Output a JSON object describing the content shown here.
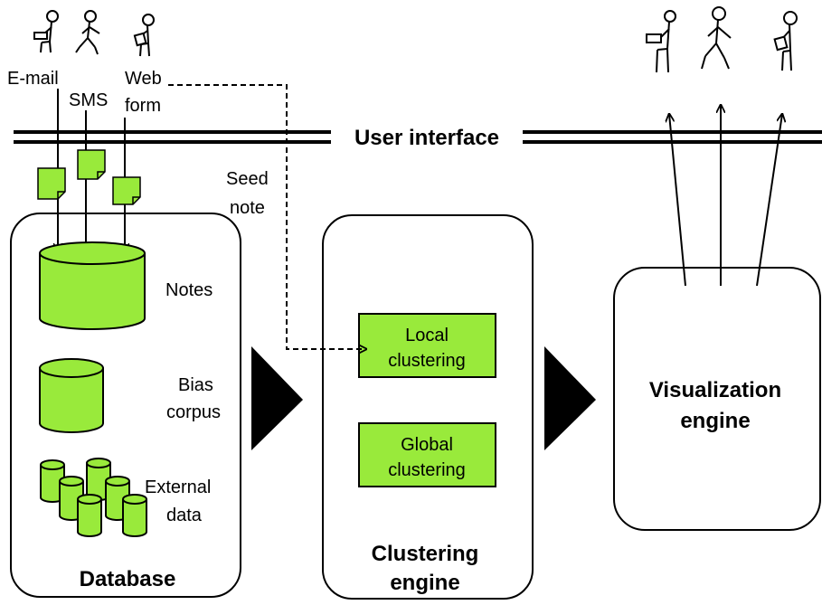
{
  "colors": {
    "green": "#99ea3b",
    "stroke": "#000000"
  },
  "user_interface": {
    "label": "User interface"
  },
  "input_channels": {
    "email": "E-mail",
    "sms": "SMS",
    "web_line1": "Web",
    "web_line2": "form"
  },
  "seed_note": {
    "line1": "Seed",
    "line2": "note"
  },
  "database": {
    "title": "Database",
    "notes": "Notes",
    "bias_line1": "Bias",
    "bias_line2": "corpus",
    "external_line1": "External",
    "external_line2": "data"
  },
  "clustering": {
    "title_line1": "Clustering",
    "title_line2": "engine",
    "local_line1": "Local",
    "local_line2": "clustering",
    "global_line1": "Global",
    "global_line2": "clustering"
  },
  "visualization": {
    "title_line1": "Visualization",
    "title_line2": "engine"
  },
  "icons": [
    "person-laptop-icon",
    "person-running-icon",
    "person-reading-icon",
    "note-icon",
    "cylinder-icon",
    "flow-arrow-icon"
  ]
}
